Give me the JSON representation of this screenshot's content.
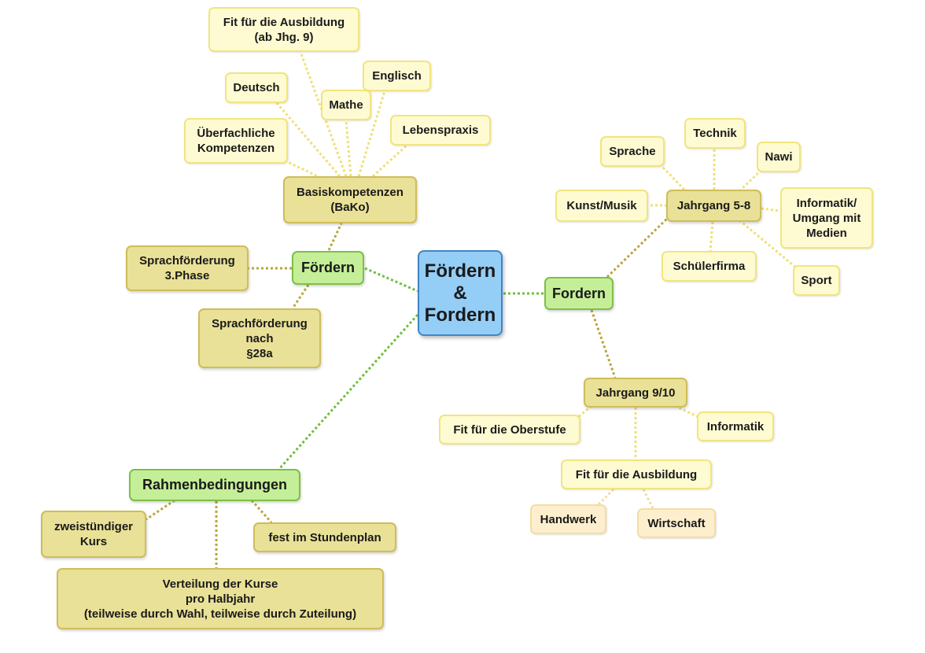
{
  "center": "Fördern\n&\nFordern",
  "left_branch": {
    "label": "Fördern",
    "basiskompetenzen": {
      "label": "Basiskompetenzen\n(BaKo)",
      "items": [
        "Fit für die Ausbildung\n(ab Jhg. 9)",
        "Deutsch",
        "Englisch",
        "Mathe",
        "Überfachliche\nKompetenzen",
        "Lebenspraxis"
      ]
    },
    "sprachfoerderung_phase": "Sprachförderung\n3.Phase",
    "sprachfoerderung_28a": "Sprachförderung\nnach\n§28a"
  },
  "right_branch": {
    "label": "Fordern",
    "jahrgang_5_8": {
      "label": "Jahrgang 5-8",
      "items": [
        "Technik",
        "Sprache",
        "Nawi",
        "Kunst/Musik",
        "Informatik/\nUmgang mit\nMedien",
        "Schülerfirma",
        "Sport"
      ]
    },
    "jahrgang_9_10": {
      "label": "Jahrgang 9/10",
      "items": [
        "Fit für die Oberstufe",
        "Informatik"
      ],
      "ausbildung": {
        "label": "Fit für die Ausbildung",
        "items": [
          "Handwerk",
          "Wirtschaft"
        ]
      }
    }
  },
  "rahmen": {
    "label": "Rahmenbedingungen",
    "items": [
      "zweistündiger\nKurs",
      "fest im Stundenplan",
      "Verteilung der Kurse\npro Halbjahr\n(teilweise durch Wahl, teilweise durch Zuteilung)"
    ]
  },
  "colors": {
    "center_fill": "#94cdf6",
    "green_fill": "#c4ef98",
    "category_fill": "#e9e197",
    "leaf_fill": "#fefbd3",
    "peach_fill": "#fdefcd",
    "connector_green": "#6fbf3c",
    "connector_olive": "#b9a63c",
    "connector_yellow": "#efe07a",
    "connector_peach": "#f3dda3"
  }
}
